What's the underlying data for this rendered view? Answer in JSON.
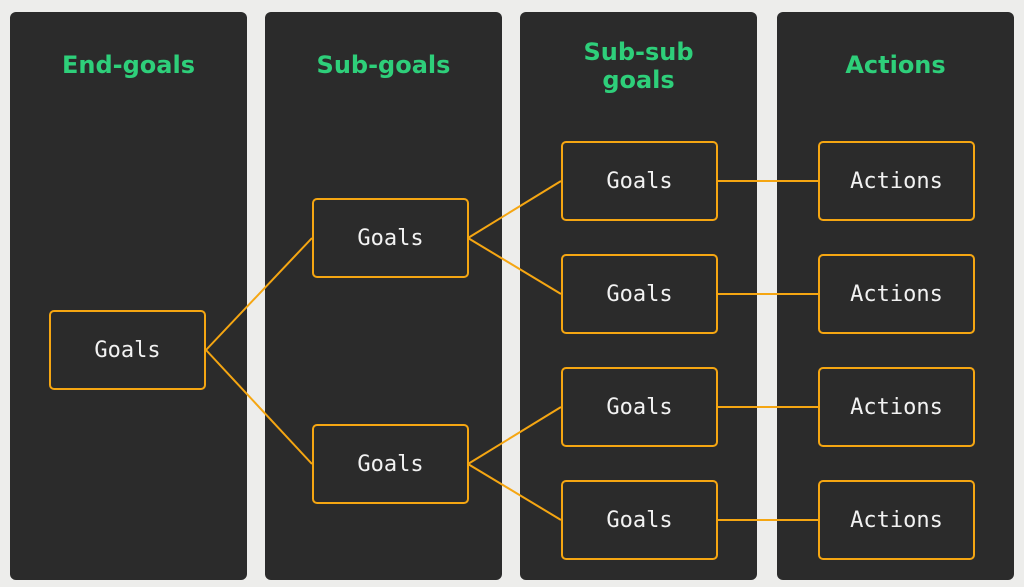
{
  "columns": [
    {
      "title": "End-goals"
    },
    {
      "title": "Sub-goals"
    },
    {
      "title": "Sub-sub\ngoals"
    },
    {
      "title": "Actions"
    }
  ],
  "nodes": {
    "end_goal": "Goals",
    "sub_goals": [
      "Goals",
      "Goals"
    ],
    "sub_sub_goals": [
      "Goals",
      "Goals",
      "Goals",
      "Goals"
    ],
    "actions": [
      "Actions",
      "Actions",
      "Actions",
      "Actions"
    ]
  },
  "colors": {
    "background": "#ededeb",
    "column": "#2b2b2b",
    "title": "#2ecf7a",
    "connector": "#f5a612",
    "node_text": "#f2f2f2"
  }
}
